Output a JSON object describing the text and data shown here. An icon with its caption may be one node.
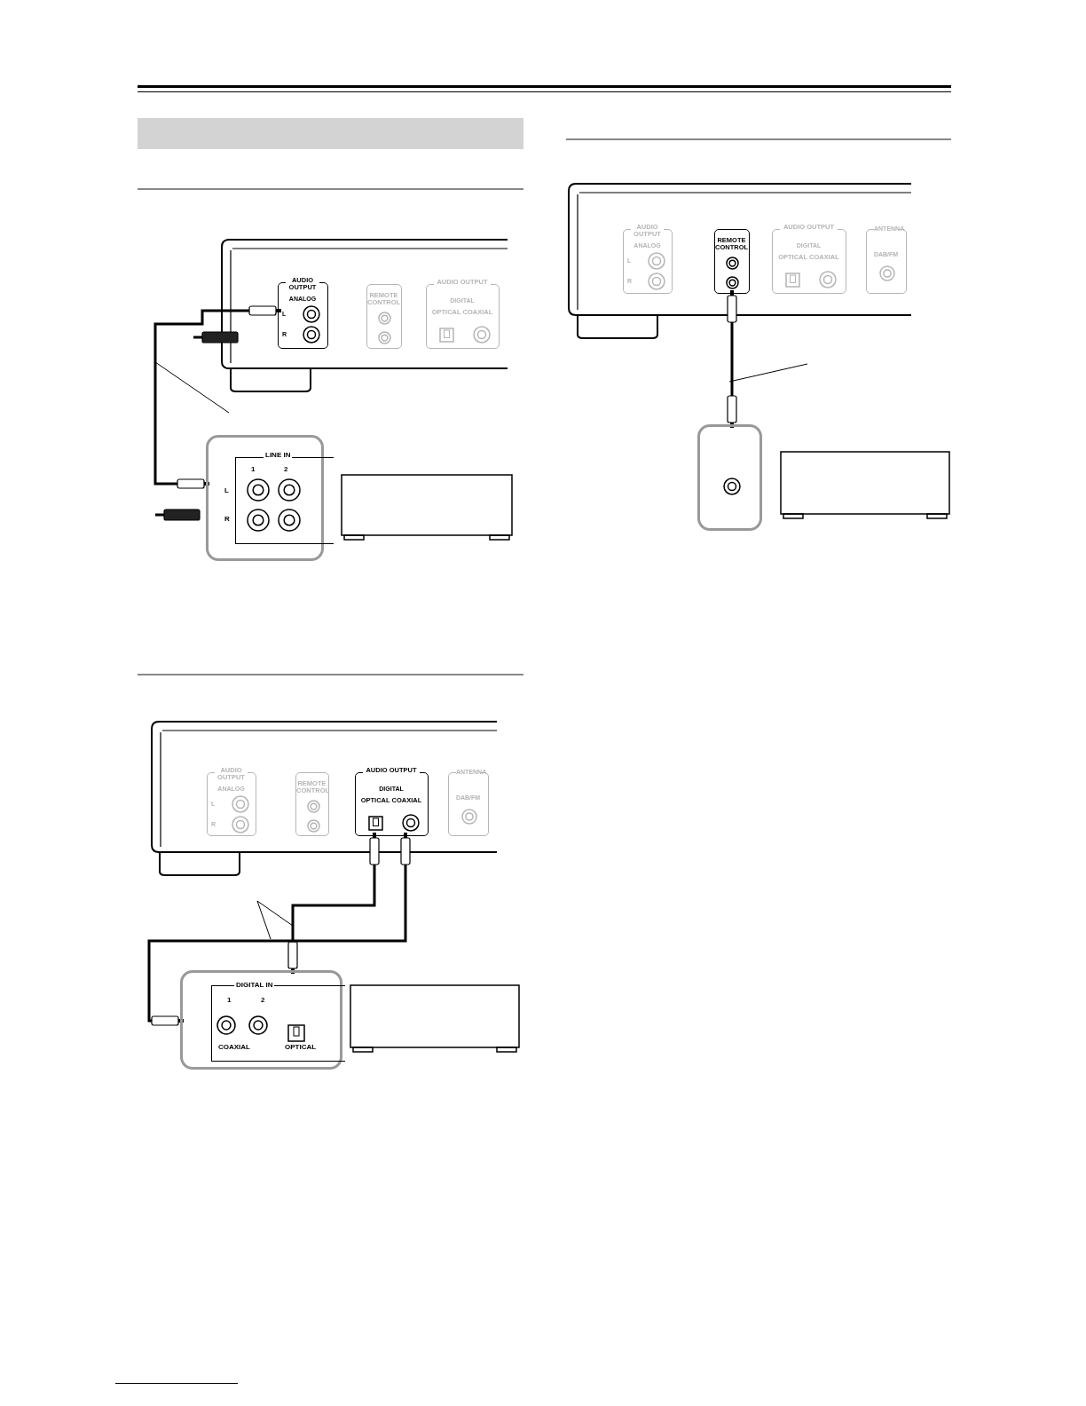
{
  "diagram": {
    "nodes": [
      {
        "text": [
          "AUDIO OUTPUT",
          "ANALOG",
          "L",
          "R"
        ]
      },
      {
        "text": [
          "REMOTE CONTROL"
        ]
      },
      {
        "text": [
          "AUDIO OUTPUT",
          "DIGITAL",
          "OPTICAL COAXIAL"
        ]
      },
      {
        "text": [
          "LINE IN",
          "1",
          "2",
          "L",
          "R"
        ]
      },
      {
        "text": [
          "AUDIO OUTPUT",
          "ANALOG",
          "L",
          "R"
        ]
      },
      {
        "text": [
          "REMOTE CONTROL"
        ]
      },
      {
        "text": [
          "AUDIO OUTPUT",
          "DIGITAL",
          "OPTICAL COAXIAL"
        ]
      },
      {
        "text": [
          "ANTENNA",
          "DAB/FM"
        ]
      },
      {
        "text": [],
        "shape": "box"
      },
      {
        "text": [
          "AUDIO OUTPUT",
          "ANALOG",
          "L",
          "R"
        ]
      },
      {
        "text": [
          "REMOTE CONTROL"
        ]
      },
      {
        "text": [
          "AUDIO OUTPUT",
          "DIGITAL",
          "OPTICAL COAXIAL"
        ]
      },
      {
        "text": [
          "ANTENNA",
          "DAB/FM"
        ]
      },
      {
        "text": [
          "DIGITAL IN",
          "1",
          "2",
          "COAXIAL",
          "OPTICAL"
        ]
      },
      {
        "text": [],
        "shape": "bar"
      }
    ],
    "edges": [
      {
        "from": 0,
        "to": 3,
        "arrow": "other"
      },
      {
        "from": 5,
        "to": 8,
        "arrow": "other"
      },
      {
        "from": 11,
        "to": 13,
        "arrow": "other"
      },
      {
        "from": 11,
        "to": 13,
        "arrow": "other"
      }
    ]
  }
}
